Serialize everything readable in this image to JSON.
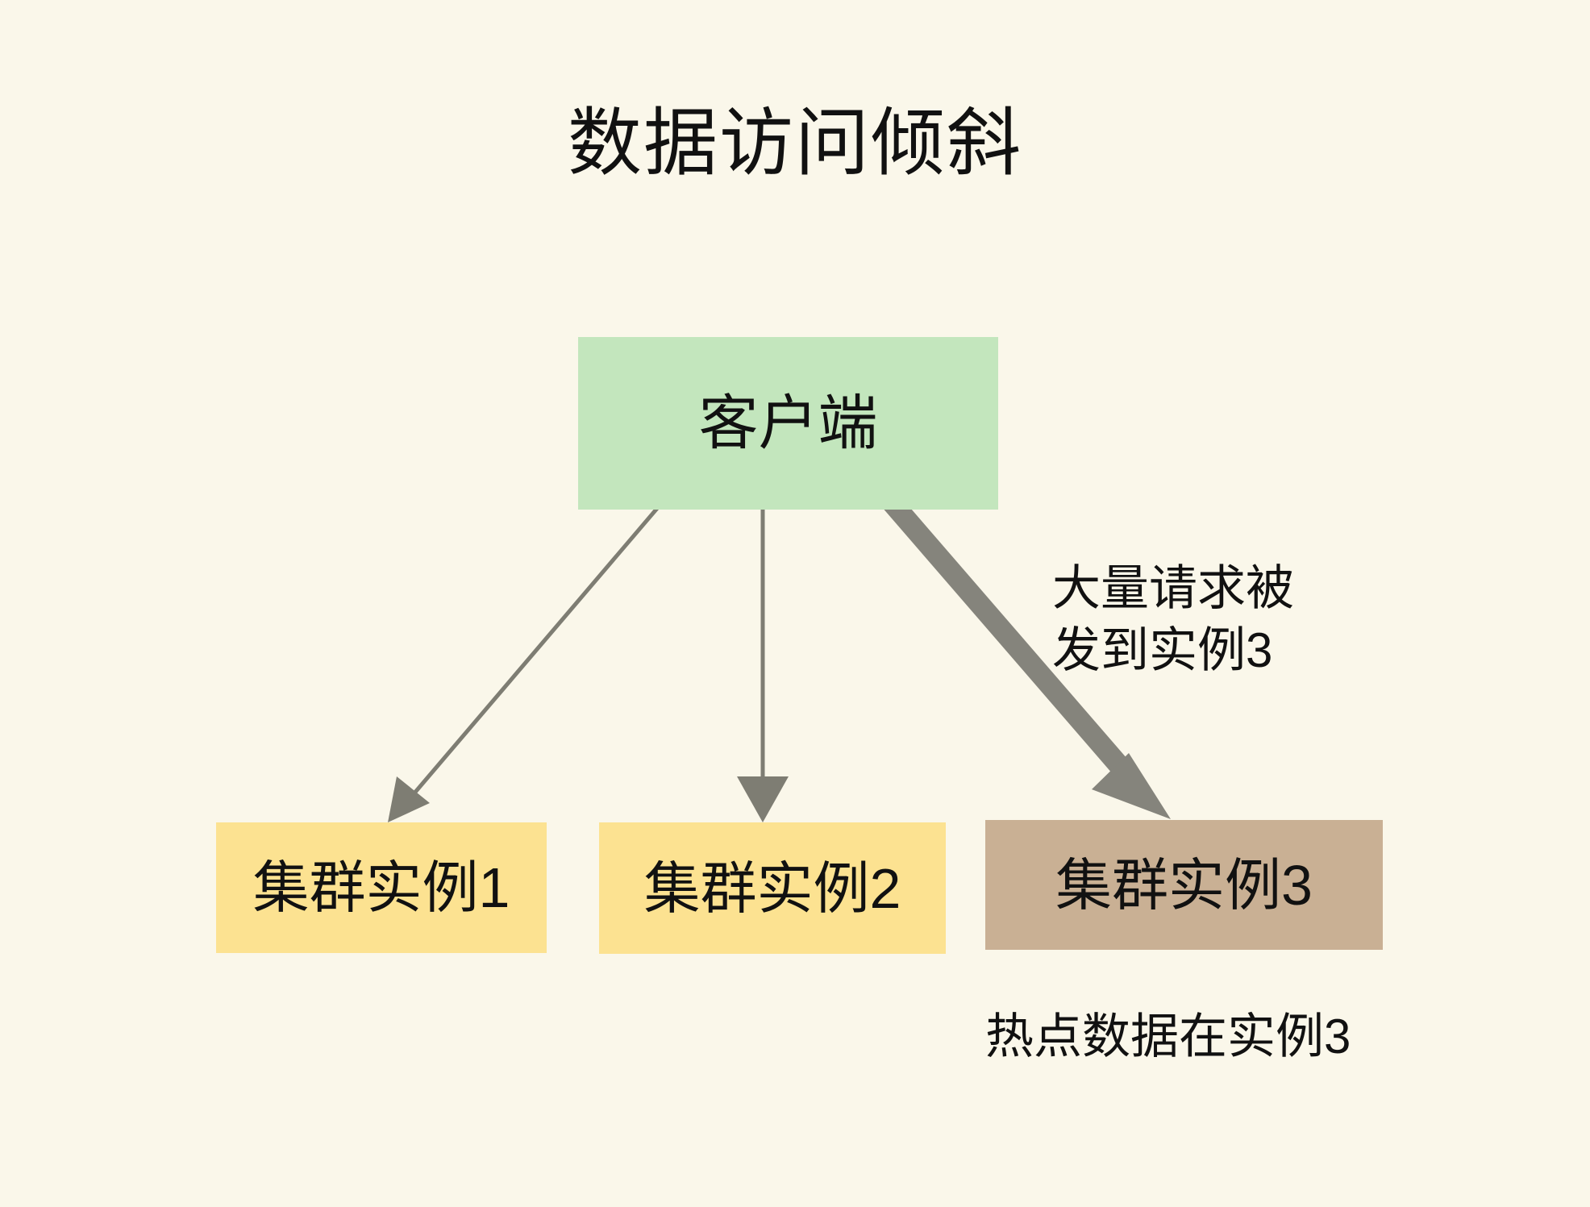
{
  "diagram": {
    "title": "数据访问倾斜",
    "background_color": "#faf7ea",
    "nodes": {
      "client": {
        "label": "客户端",
        "fill": "#c3e6bd"
      },
      "instance1": {
        "label": "集群实例1",
        "fill": "#fce291"
      },
      "instance2": {
        "label": "集群实例2",
        "fill": "#fce291"
      },
      "instance3": {
        "label": "集群实例3",
        "fill": "#c9b094"
      }
    },
    "annotations": {
      "hot_traffic": "大量请求被\n发到实例3",
      "hot_data": "热点数据在实例3"
    },
    "edges": [
      {
        "name": "client-to-instance1",
        "from": "client",
        "to": "instance1",
        "weight": "thin",
        "stroke": "#7e7d73",
        "stroke_width": 5
      },
      {
        "name": "client-to-instance2",
        "from": "client",
        "to": "instance2",
        "weight": "thin",
        "stroke": "#7e7d73",
        "stroke_width": 5
      },
      {
        "name": "client-to-instance3",
        "from": "client",
        "to": "instance3",
        "weight": "thick",
        "stroke": "#85847c",
        "stroke_width": 26
      }
    ]
  }
}
